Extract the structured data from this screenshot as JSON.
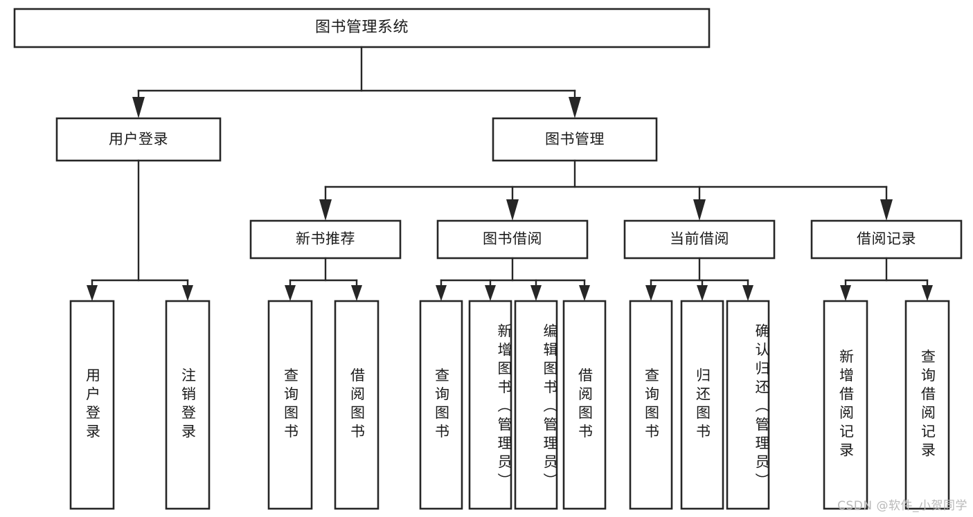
{
  "diagram": {
    "title": "图书管理系统",
    "type": "tree",
    "watermark": "CSDN @软件_小贺同学",
    "colors": {
      "stroke": "#262626",
      "fill": "#ffffff",
      "text": "#1a1a1a",
      "watermark": "#b9b9b9",
      "background": "#ffffff"
    },
    "nodes": {
      "root": {
        "label": "图书管理系统",
        "level": 1
      },
      "user_login": {
        "label": "用户登录",
        "level": 2
      },
      "book_manage": {
        "label": "图书管理",
        "level": 2
      },
      "new_book_rec": {
        "label": "新书推荐",
        "level": 3
      },
      "book_borrow": {
        "label": "图书借阅",
        "level": 3
      },
      "current_borrow": {
        "label": "当前借阅",
        "level": 3
      },
      "borrow_record": {
        "label": "借阅记录",
        "level": 3
      },
      "leaf_user_login": {
        "label": "用户登录",
        "level": 4
      },
      "leaf_logout": {
        "label": "注销登录",
        "level": 4
      },
      "leaf_query_book_1": {
        "label": "查询图书",
        "level": 4
      },
      "leaf_borrow_book_1": {
        "label": "借阅图书",
        "level": 4
      },
      "leaf_query_book_2": {
        "label": "查询图书",
        "level": 4
      },
      "leaf_add_book": {
        "label": "新增图书（管理员）",
        "level": 4
      },
      "leaf_edit_book": {
        "label": "编辑图书（管理员）",
        "level": 4
      },
      "leaf_borrow_book_2": {
        "label": "借阅图书",
        "level": 4
      },
      "leaf_query_book_3": {
        "label": "查询图书",
        "level": 4
      },
      "leaf_return_book": {
        "label": "归还图书",
        "level": 4
      },
      "leaf_confirm_return": {
        "label": "确认归还（管理员）",
        "level": 4
      },
      "leaf_add_record": {
        "label": "新增借阅记录",
        "level": 4
      },
      "leaf_query_record": {
        "label": "查询借阅记录",
        "level": 4
      }
    },
    "edges": [
      {
        "from": "root",
        "to": "user_login"
      },
      {
        "from": "root",
        "to": "book_manage"
      },
      {
        "from": "book_manage",
        "to": "new_book_rec"
      },
      {
        "from": "book_manage",
        "to": "book_borrow"
      },
      {
        "from": "book_manage",
        "to": "current_borrow"
      },
      {
        "from": "book_manage",
        "to": "borrow_record"
      },
      {
        "from": "user_login",
        "to": "leaf_user_login"
      },
      {
        "from": "user_login",
        "to": "leaf_logout"
      },
      {
        "from": "new_book_rec",
        "to": "leaf_query_book_1"
      },
      {
        "from": "new_book_rec",
        "to": "leaf_borrow_book_1"
      },
      {
        "from": "book_borrow",
        "to": "leaf_query_book_2"
      },
      {
        "from": "book_borrow",
        "to": "leaf_add_book"
      },
      {
        "from": "book_borrow",
        "to": "leaf_edit_book"
      },
      {
        "from": "book_borrow",
        "to": "leaf_borrow_book_2"
      },
      {
        "from": "current_borrow",
        "to": "leaf_query_book_3"
      },
      {
        "from": "current_borrow",
        "to": "leaf_return_book"
      },
      {
        "from": "current_borrow",
        "to": "leaf_confirm_return"
      },
      {
        "from": "borrow_record",
        "to": "leaf_add_record"
      },
      {
        "from": "borrow_record",
        "to": "leaf_query_record"
      }
    ]
  }
}
